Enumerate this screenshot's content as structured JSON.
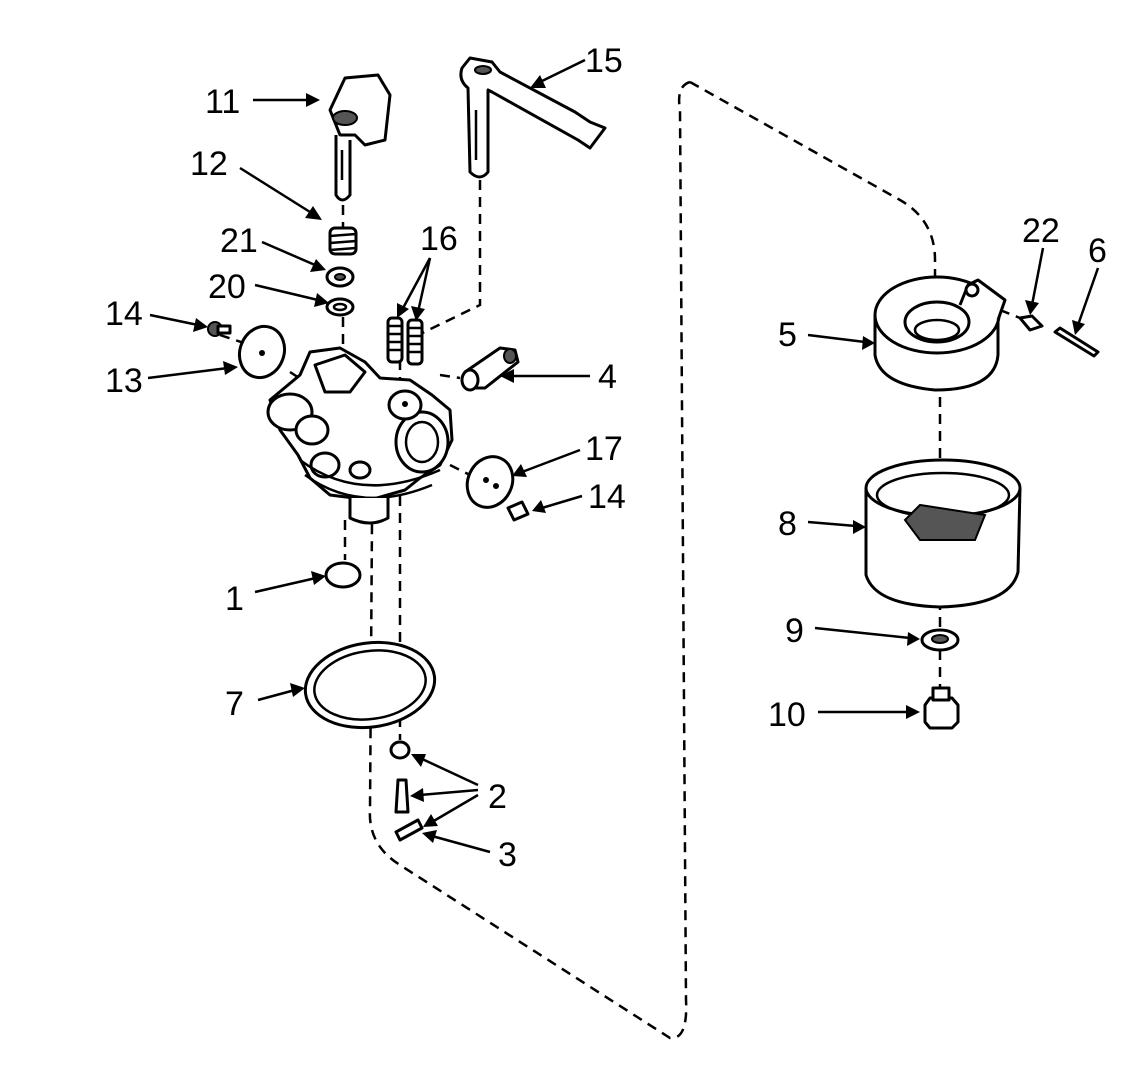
{
  "callouts": {
    "c1": "1",
    "c2": "2",
    "c3": "3",
    "c4": "4",
    "c5": "5",
    "c6": "6",
    "c7": "7",
    "c8": "8",
    "c9": "9",
    "c10": "10",
    "c11": "11",
    "c12": "12",
    "c13": "13",
    "c14_left": "14",
    "c14_right": "14",
    "c15": "15",
    "c16": "16",
    "c17": "17",
    "c20": "20",
    "c21": "21",
    "c22": "22"
  }
}
